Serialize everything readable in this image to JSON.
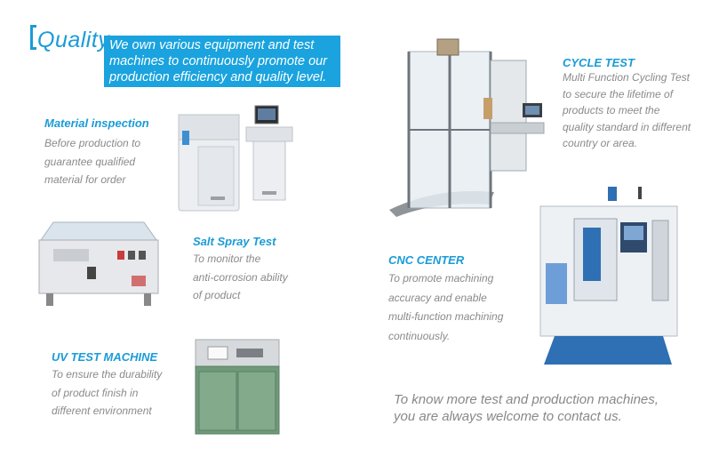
{
  "header": {
    "title": "Quality",
    "banner_lines": [
      "We own various equipment and test",
      " machines to continuously promote our",
      "production efficiency and quality level."
    ]
  },
  "sections": {
    "material": {
      "heading": "Material inspection",
      "lines": [
        "Before production to",
        "guarantee qualified",
        "material for order"
      ]
    },
    "salt": {
      "heading": "Salt Spray Test",
      "lines": [
        "To monitor the",
        "anti-corrosion ability",
        "of product"
      ]
    },
    "uv": {
      "heading": "UV TEST MACHINE",
      "lines": [
        "To ensure the durability",
        "of product finish in",
        "different environment"
      ]
    },
    "cycle": {
      "heading": "CYCLE TEST",
      "lines": [
        "Multi Function Cycling Test",
        "to secure the lifetime of",
        "products to meet the",
        "quality standard in different",
        "country or area."
      ]
    },
    "cnc": {
      "heading": "CNC CENTER",
      "lines": [
        "To promote machining",
        "accuracy and enable",
        "multi-function machining",
        "continuously."
      ]
    }
  },
  "footer": {
    "lines": [
      "To know more test and production machines,",
      "you are always welcome to contact us."
    ]
  },
  "colors": {
    "accent": "#1a9bd7",
    "banner": "#1aa3de",
    "body_text": "#8a8a8a"
  }
}
